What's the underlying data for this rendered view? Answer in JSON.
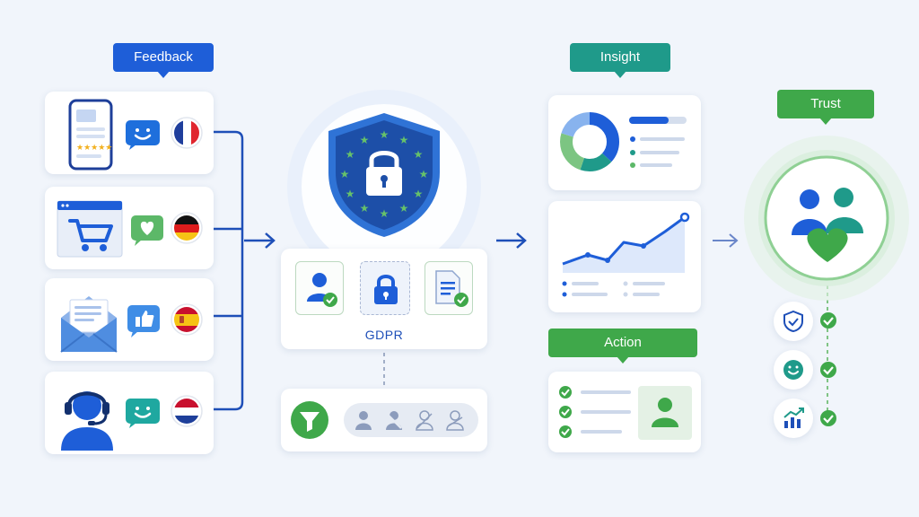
{
  "labels": {
    "feedback": "Feedback",
    "insight": "Insight",
    "action": "Action",
    "trust": "Trust"
  },
  "gdpr": {
    "text": "GDPR"
  },
  "colors": {
    "blue": "#1e5ed8",
    "teal": "#1f9a8a",
    "green": "#3fa84a",
    "dark_blue": "#1e3f9a",
    "background": "#f1f5fb"
  },
  "feedback_sources": [
    {
      "channel": "mobile-app-review",
      "reaction": "smiley-chat",
      "flag": "france"
    },
    {
      "channel": "web-shop-cart",
      "reaction": "heart-chat",
      "flag": "germany"
    },
    {
      "channel": "email",
      "reaction": "thumbs-up-chat",
      "flag": "spain"
    },
    {
      "channel": "support-headset",
      "reaction": "smiley-chat",
      "flag": "netherlands"
    }
  ],
  "trust_indicators": [
    "shield-check-icon",
    "smiley-icon",
    "growth-chart-icon"
  ]
}
